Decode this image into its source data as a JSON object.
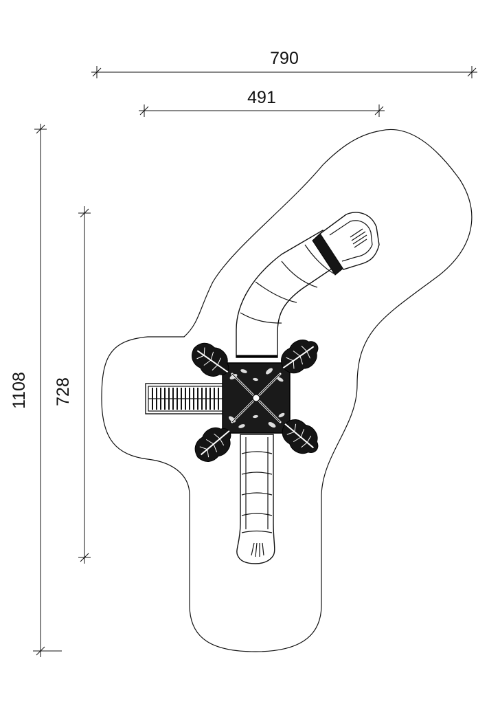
{
  "dimensions": {
    "overall_width": "790",
    "platform_width": "491",
    "overall_length": "1108",
    "platform_length": "728"
  },
  "colors": {
    "line": "#111111",
    "fill_dark": "#151515",
    "background": "#ffffff"
  },
  "icons": {
    "tree_canopy": "tree-leaf-icon",
    "slide_exit": "slide-exit-icon"
  }
}
